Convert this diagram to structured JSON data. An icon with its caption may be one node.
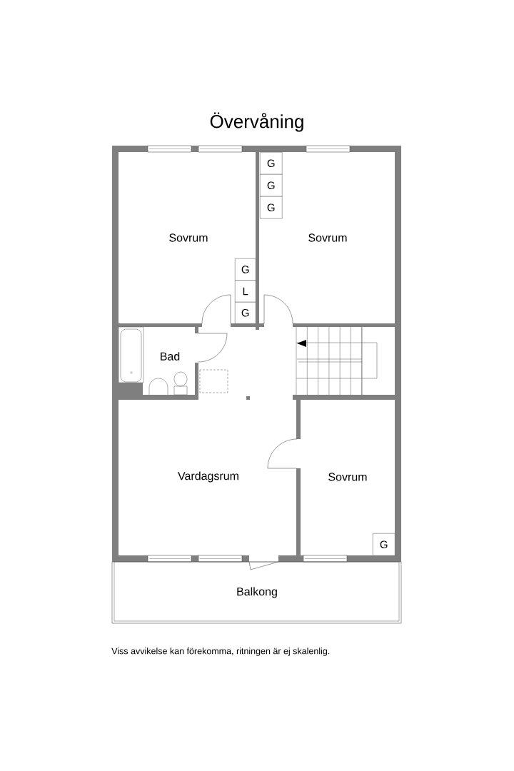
{
  "diagram": {
    "title": "Övervåning",
    "caption": "Viss avvikelse kan förekomma, ritningen är ej skalenlig.",
    "nodes": [
      {
        "text": [
          "G"
        ]
      },
      {
        "text": [
          "G"
        ]
      },
      {
        "text": [
          "G"
        ]
      },
      {
        "text": [
          "G"
        ]
      },
      {
        "text": [
          "L"
        ]
      },
      {
        "text": [
          "G"
        ]
      },
      {
        "text": [
          "G"
        ]
      }
    ],
    "labels": [
      "Sovrum",
      "Sovrum",
      "Bad",
      "Vardagsrum",
      "Sovrum",
      "Balkong"
    ]
  }
}
